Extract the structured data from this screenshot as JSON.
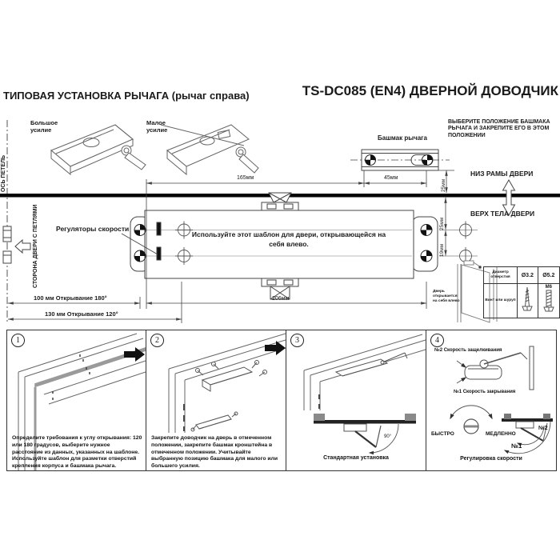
{
  "header": {
    "title_left": "ТИПОВАЯ УСТАНОВКА РЫЧАГА (рычаг справа)",
    "title_right": "TS-DC085 (EN4) ДВЕРНОЙ ДОВОДЧИК"
  },
  "arms": {
    "large_force": "Большое усилие",
    "small_force": "Малое усилие"
  },
  "labels": {
    "hinge_axis": "ОСЬ ПЕТЕЛЬ",
    "hinge_side": "СТОРОНА ДВЕРИ С ПЕТЛЯМИ",
    "speed_regulators": "Регуляторы скорости",
    "shoe_title": "Башмак рычага",
    "choose_position": "ВЫБЕРИТЕ ПОЛОЖЕНИЕ БАШМАКА РЫЧАГА И ЗАКРЕПИТЕ ЕГО В ЭТОМ ПОЛОЖЕНИИ",
    "frame_bottom": "НИЗ РАМЫ ДВЕРИ",
    "door_top": "ВЕРХ ТЕЛА ДВЕРИ",
    "template_note": "Используйте этот шаблон для двери, открывающейся на себя влево.",
    "door_opens": "Дверь открывается на себя влево"
  },
  "dims": {
    "d165": "165мм",
    "d45": "45мм",
    "d25a": "25мм",
    "d25b": "25мм",
    "d19": "19мм",
    "d206": "206мм",
    "d100": "100 мм   Открывание 180°",
    "d130": "130 мм   Открывание 120°"
  },
  "screw_table": {
    "hole_diameter": "Диаметр отверстия",
    "dia1": "Ø3.2",
    "dia2": "Ø5.2",
    "screw_row": "Винт или шуруп",
    "m6": "M6"
  },
  "panels": [
    {
      "num": "1",
      "caption": "Определите требования к углу открывания: 120 или 180 градусов, выберите нужное расстояние из данных, указанных на шаблоне. Используйте шаблон для разметки отверстий крепления корпуса и башмака рычага."
    },
    {
      "num": "2",
      "caption": "Закрепите доводчик на дверь в отмеченном положении, закрепите башмак кронштейна в отмеченном положении. Учитывайте выбранную позицию башмака для малого или большего усилия."
    },
    {
      "num": "3",
      "caption": "Стандартная установка",
      "angle": "90°"
    },
    {
      "num": "4",
      "caption": "Регулировка скорости",
      "labels": {
        "latch_speed": "№2 Скорость защелкивания",
        "close_speed": "№1 Скорость закрывания",
        "fast": "БЫСТРО",
        "slow": "МЕДЛЕННО",
        "n1": "№1",
        "n2": "№2"
      }
    }
  ]
}
